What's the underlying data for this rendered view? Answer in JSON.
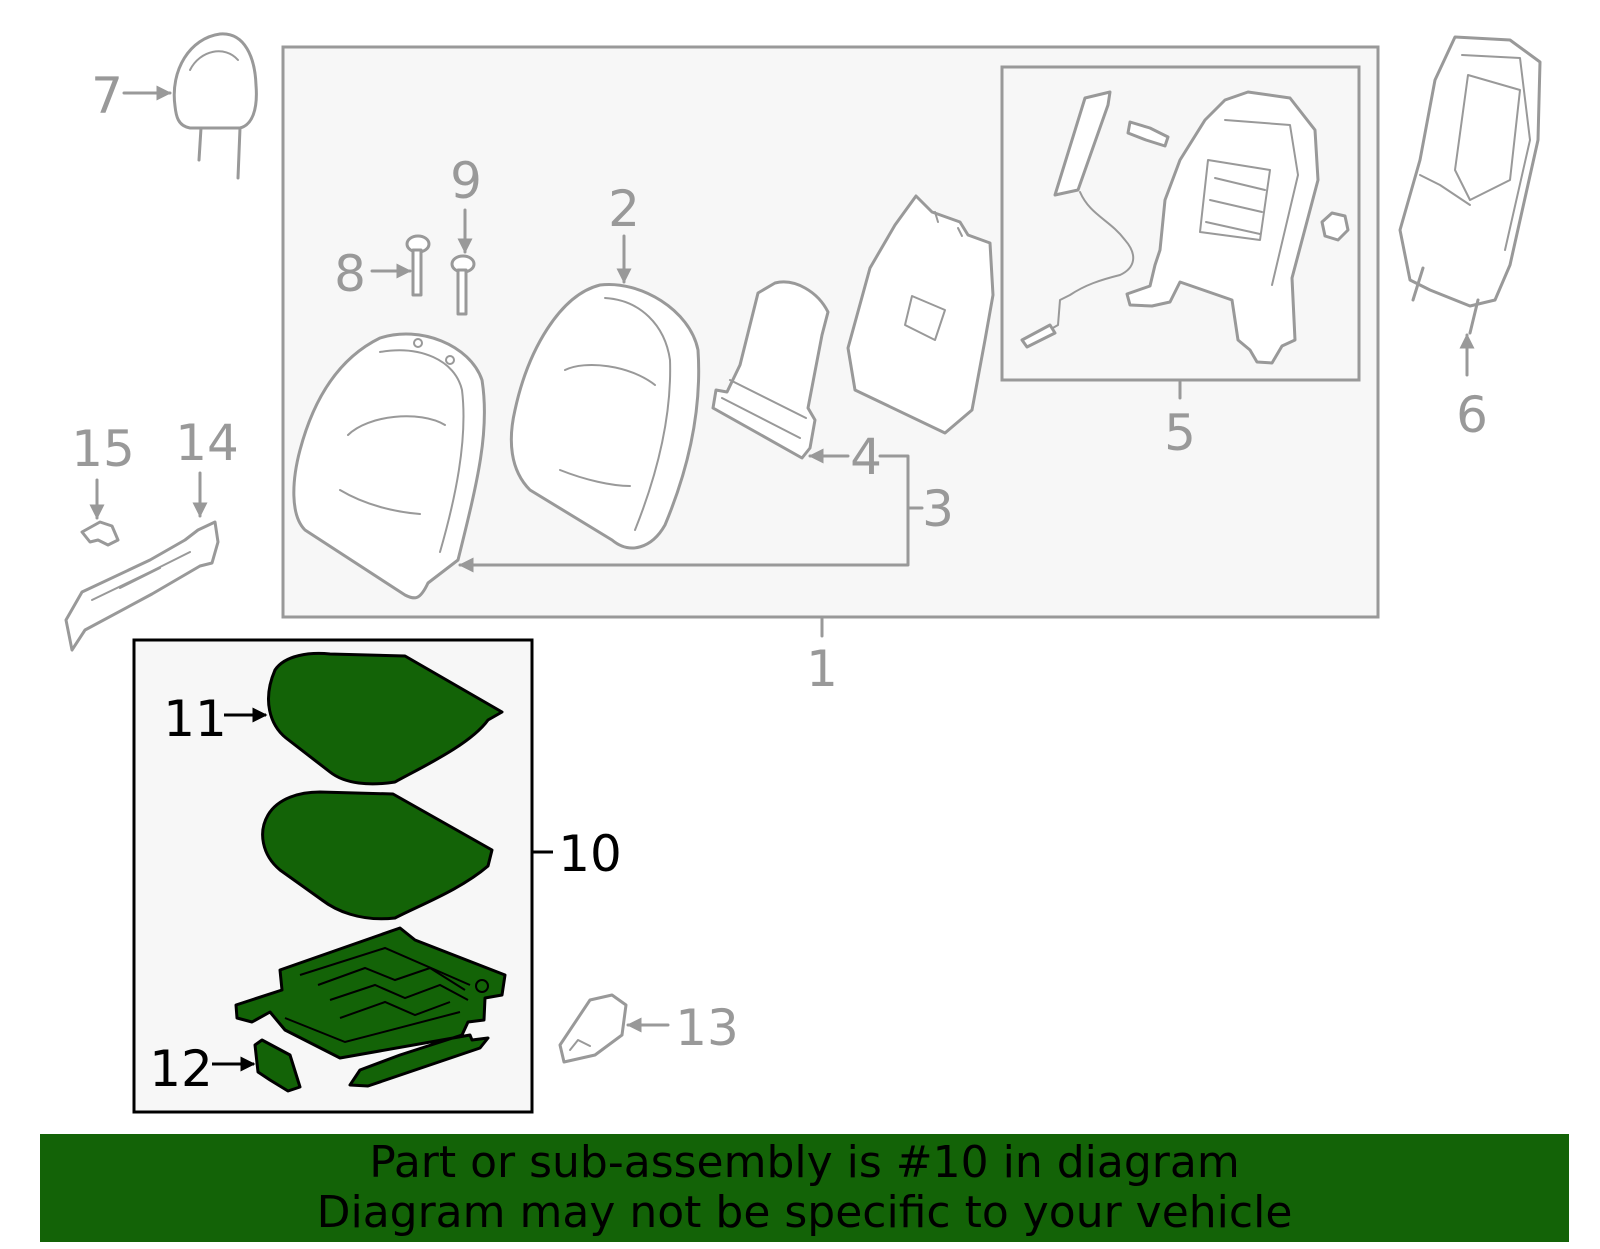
{
  "colors": {
    "highlight": "#136307",
    "gray": "#999999",
    "panel": "#f7f7f7",
    "banner": "#136307"
  },
  "callouts": {
    "c1": "1",
    "c2": "2",
    "c3": "3",
    "c4": "4",
    "c5": "5",
    "c6": "6",
    "c7": "7",
    "c8": "8",
    "c9": "9",
    "c10": "10",
    "c11": "11",
    "c12": "12",
    "c13": "13",
    "c14": "14",
    "c15": "15"
  },
  "highlighted_part": "10",
  "banner": {
    "line1": "Part or sub-assembly is #10 in diagram",
    "line2": "Diagram may not be specific to your vehicle"
  }
}
